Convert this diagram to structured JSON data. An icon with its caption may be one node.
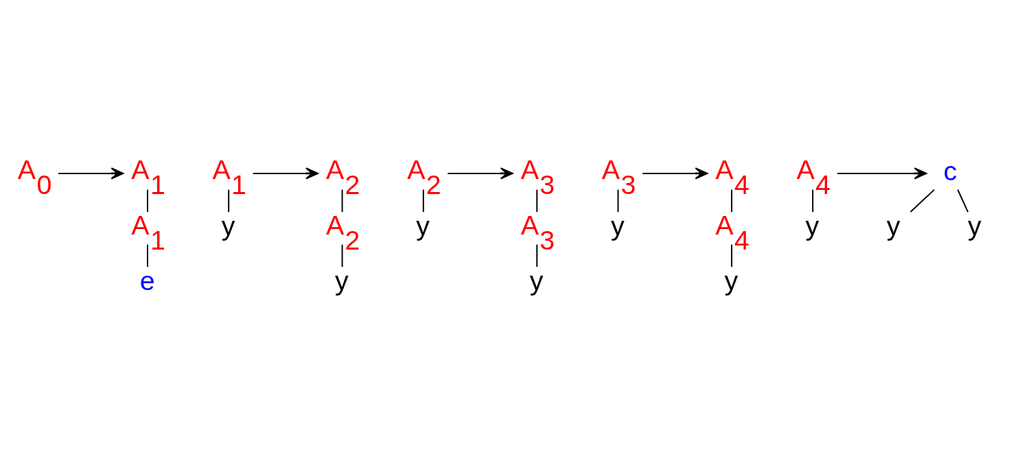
{
  "diagram": {
    "nodes": [
      {
        "text": [
          "A$_{0}$"
        ]
      },
      {
        "text": [
          "A$_{1}$"
        ]
      },
      {
        "text": [
          "A$_{1}$"
        ]
      },
      {
        "text": [
          "e"
        ]
      },
      {
        "text": [
          "A$_{1}$"
        ]
      },
      {
        "text": [
          "y"
        ]
      },
      {
        "text": [
          "A$_{2}$"
        ]
      },
      {
        "text": [
          "A$_{2}$"
        ]
      },
      {
        "text": [
          "y"
        ]
      },
      {
        "text": [
          "A$_{2}$"
        ]
      },
      {
        "text": [
          "y"
        ]
      },
      {
        "text": [
          "A$_{3}$"
        ]
      },
      {
        "text": [
          "A$_{3}$"
        ]
      },
      {
        "text": [
          "y"
        ]
      },
      {
        "text": [
          "A$_{3}$"
        ]
      },
      {
        "text": [
          "y"
        ]
      },
      {
        "text": [
          "A$_{4}$"
        ]
      },
      {
        "text": [
          "A$_{4}$"
        ]
      },
      {
        "text": [
          "y"
        ]
      },
      {
        "text": [
          "A$_{4}$"
        ]
      },
      {
        "text": [
          "y"
        ]
      },
      {
        "text": [
          "c"
        ]
      },
      {
        "text": [
          "y"
        ]
      },
      {
        "text": [
          "y"
        ]
      }
    ],
    "edges": [
      {
        "from": 0,
        "to": 1,
        "arrow": "to"
      },
      {
        "from": 1,
        "to": 2,
        "arrow": "none"
      },
      {
        "from": 2,
        "to": 3,
        "arrow": "none"
      },
      {
        "from": 4,
        "to": 5,
        "arrow": "none"
      },
      {
        "from": 4,
        "to": 6,
        "arrow": "to"
      },
      {
        "from": 6,
        "to": 7,
        "arrow": "none"
      },
      {
        "from": 7,
        "to": 8,
        "arrow": "none"
      },
      {
        "from": 9,
        "to": 10,
        "arrow": "none"
      },
      {
        "from": 9,
        "to": 11,
        "arrow": "to"
      },
      {
        "from": 11,
        "to": 12,
        "arrow": "none"
      },
      {
        "from": 12,
        "to": 13,
        "arrow": "none"
      },
      {
        "from": 14,
        "to": 15,
        "arrow": "none"
      },
      {
        "from": 14,
        "to": 16,
        "arrow": "to"
      },
      {
        "from": 16,
        "to": 17,
        "arrow": "none"
      },
      {
        "from": 17,
        "to": 18,
        "arrow": "none"
      },
      {
        "from": 19,
        "to": 20,
        "arrow": "none"
      },
      {
        "from": 19,
        "to": 21,
        "arrow": "to"
      },
      {
        "from": 21,
        "to": 22,
        "arrow": "none"
      },
      {
        "from": 21,
        "to": 23,
        "arrow": "none"
      }
    ]
  }
}
